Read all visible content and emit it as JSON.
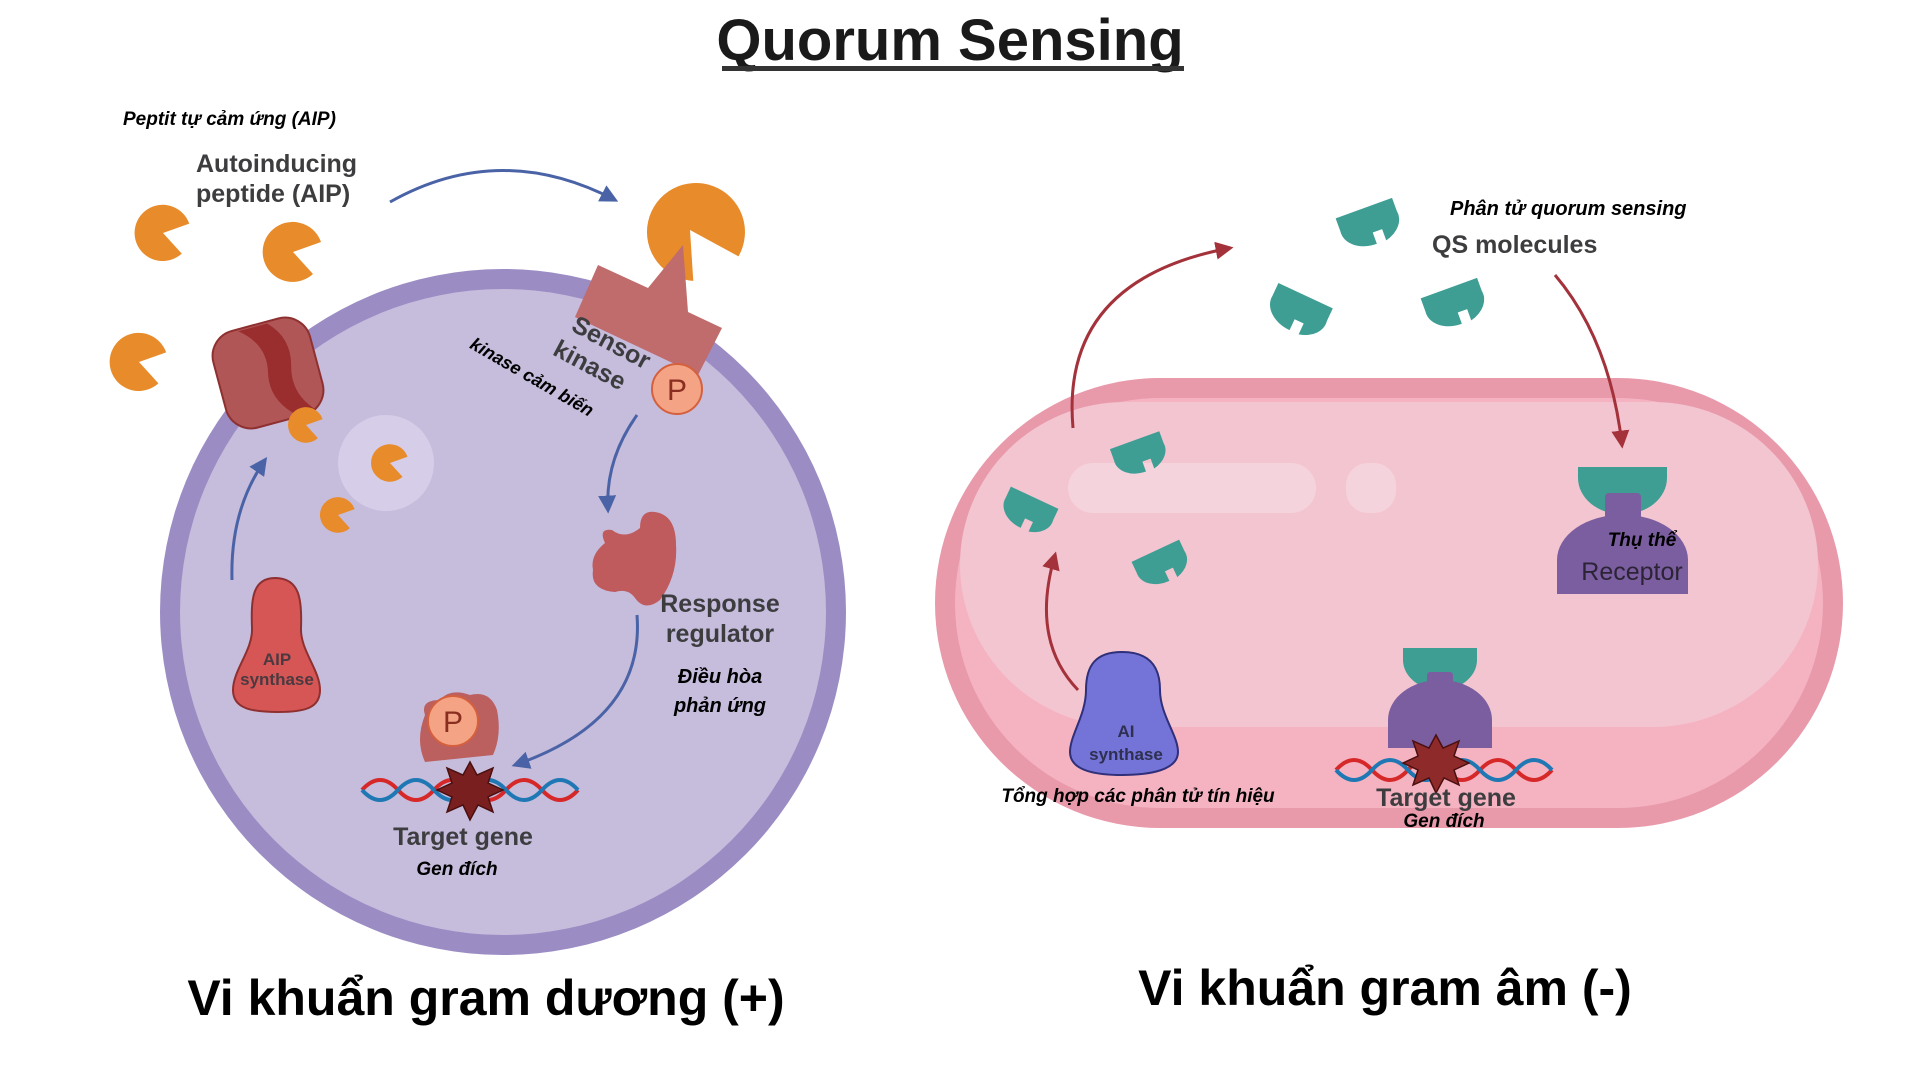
{
  "title": "Quorum Sensing",
  "colors": {
    "aip_orange": "#e88b2a",
    "gram_pos_membrane": "#9b8cc4",
    "gram_pos_cytoplasm": "#c6bcdc",
    "gram_neg_membrane": "#e89aab",
    "gram_neg_cytoplasm": "#f3c5d0",
    "qs_teal": "#3e9e94",
    "receptor_purple": "#7b5ea0",
    "ai_synthase": "#7474d8",
    "aip_synthase": "#d65656",
    "arrow_blue": "#4a63a6",
    "arrow_red": "#a3323b"
  },
  "gram_positive": {
    "caption": "Vi khuẩn gram dương (+)",
    "aip_label_vi": "Peptit tự cảm ứng (AIP)",
    "aip_label_en_line1": "Autoinducing",
    "aip_label_en_line2": "peptide (AIP)",
    "sensor_kinase_en_line1": "Sensor",
    "sensor_kinase_en_line2": "kinase",
    "sensor_kinase_vi": "kinase cảm biến",
    "phosphate_symbol": "P",
    "response_regulator_en_line1": "Response",
    "response_regulator_en_line2": "regulator",
    "response_regulator_vi_line1": "Điều hòa",
    "response_regulator_vi_line2": "phản ứng",
    "aip_synthase_line1": "AIP",
    "aip_synthase_line2": "synthase",
    "target_gene_en": "Target gene",
    "target_gene_vi": "Gen đích"
  },
  "gram_negative": {
    "caption": "Vi khuẩn gram âm (-)",
    "qs_label_vi": "Phân tử quorum sensing",
    "qs_label_en": "QS molecules",
    "receptor_vi": "Thụ thể",
    "receptor_en": "Receptor",
    "ai_synthase_line1": "AI",
    "ai_synthase_line2": "synthase",
    "ai_synthase_vi": "Tổng hợp các phân tử tín hiệu",
    "target_gene_en": "Target gene",
    "target_gene_vi": "Gen đích"
  }
}
